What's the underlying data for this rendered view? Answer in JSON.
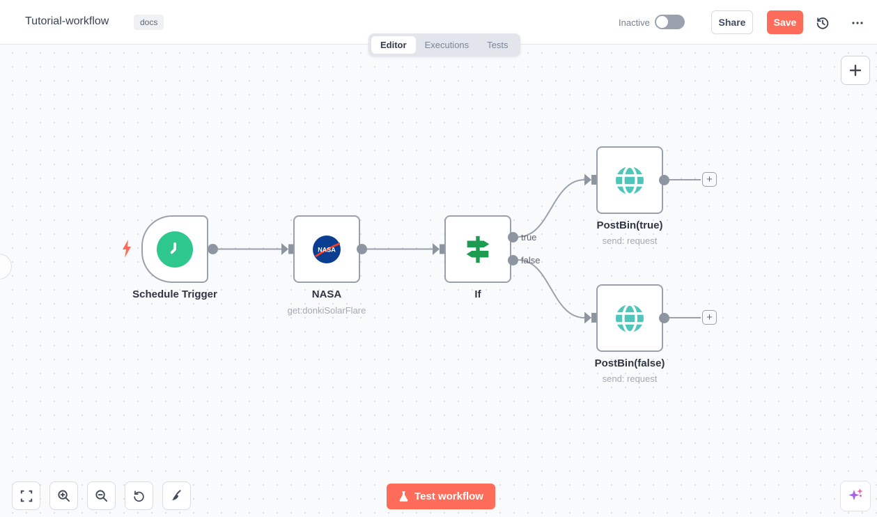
{
  "header": {
    "title": "Tutorial-workflow",
    "tag": "docs",
    "status": {
      "label": "Inactive",
      "active": false
    },
    "share_label": "Share",
    "save_label": "Save",
    "icons": {
      "history": "clock-history-icon",
      "menu": "ellipsis-icon"
    }
  },
  "tabs": {
    "items": [
      {
        "label": "Editor",
        "active": true
      },
      {
        "label": "Executions",
        "active": false
      },
      {
        "label": "Tests",
        "active": false
      }
    ]
  },
  "canvas": {
    "nodes": [
      {
        "id": "schedule-trigger",
        "label": "Schedule Trigger",
        "subtitle": "",
        "icon": "clock-icon",
        "type": "trigger"
      },
      {
        "id": "nasa",
        "label": "NASA",
        "subtitle": "get:donkiSolarFlare",
        "icon": "nasa-logo-icon",
        "type": "action"
      },
      {
        "id": "if",
        "label": "If",
        "subtitle": "",
        "icon": "signpost-icon",
        "type": "action",
        "outputs": [
          {
            "label": "true"
          },
          {
            "label": "false"
          }
        ]
      },
      {
        "id": "postbin-true",
        "label": "PostBin(true)",
        "subtitle": "send: request",
        "icon": "globe-icon",
        "type": "action"
      },
      {
        "id": "postbin-false",
        "label": "PostBin(false)",
        "subtitle": "send: request",
        "icon": "globe-icon",
        "type": "action"
      }
    ],
    "add_node_plus": "+"
  },
  "footer": {
    "test_button": "Test workflow",
    "controls": [
      {
        "name": "fit-view"
      },
      {
        "name": "zoom-in"
      },
      {
        "name": "zoom-out"
      },
      {
        "name": "reset-zoom"
      },
      {
        "name": "tidy-up"
      }
    ]
  },
  "colors": {
    "accent": "#ff6d5a",
    "trigger_green": "#2ec78e",
    "if_green": "#1d9b50",
    "globe_teal": "#4fc6b9",
    "nasa_blue": "#0b3d91",
    "nasa_red": "#fc3d21",
    "wire_gray": "#99a1ac",
    "ai_purple": "#9b5cf6"
  }
}
